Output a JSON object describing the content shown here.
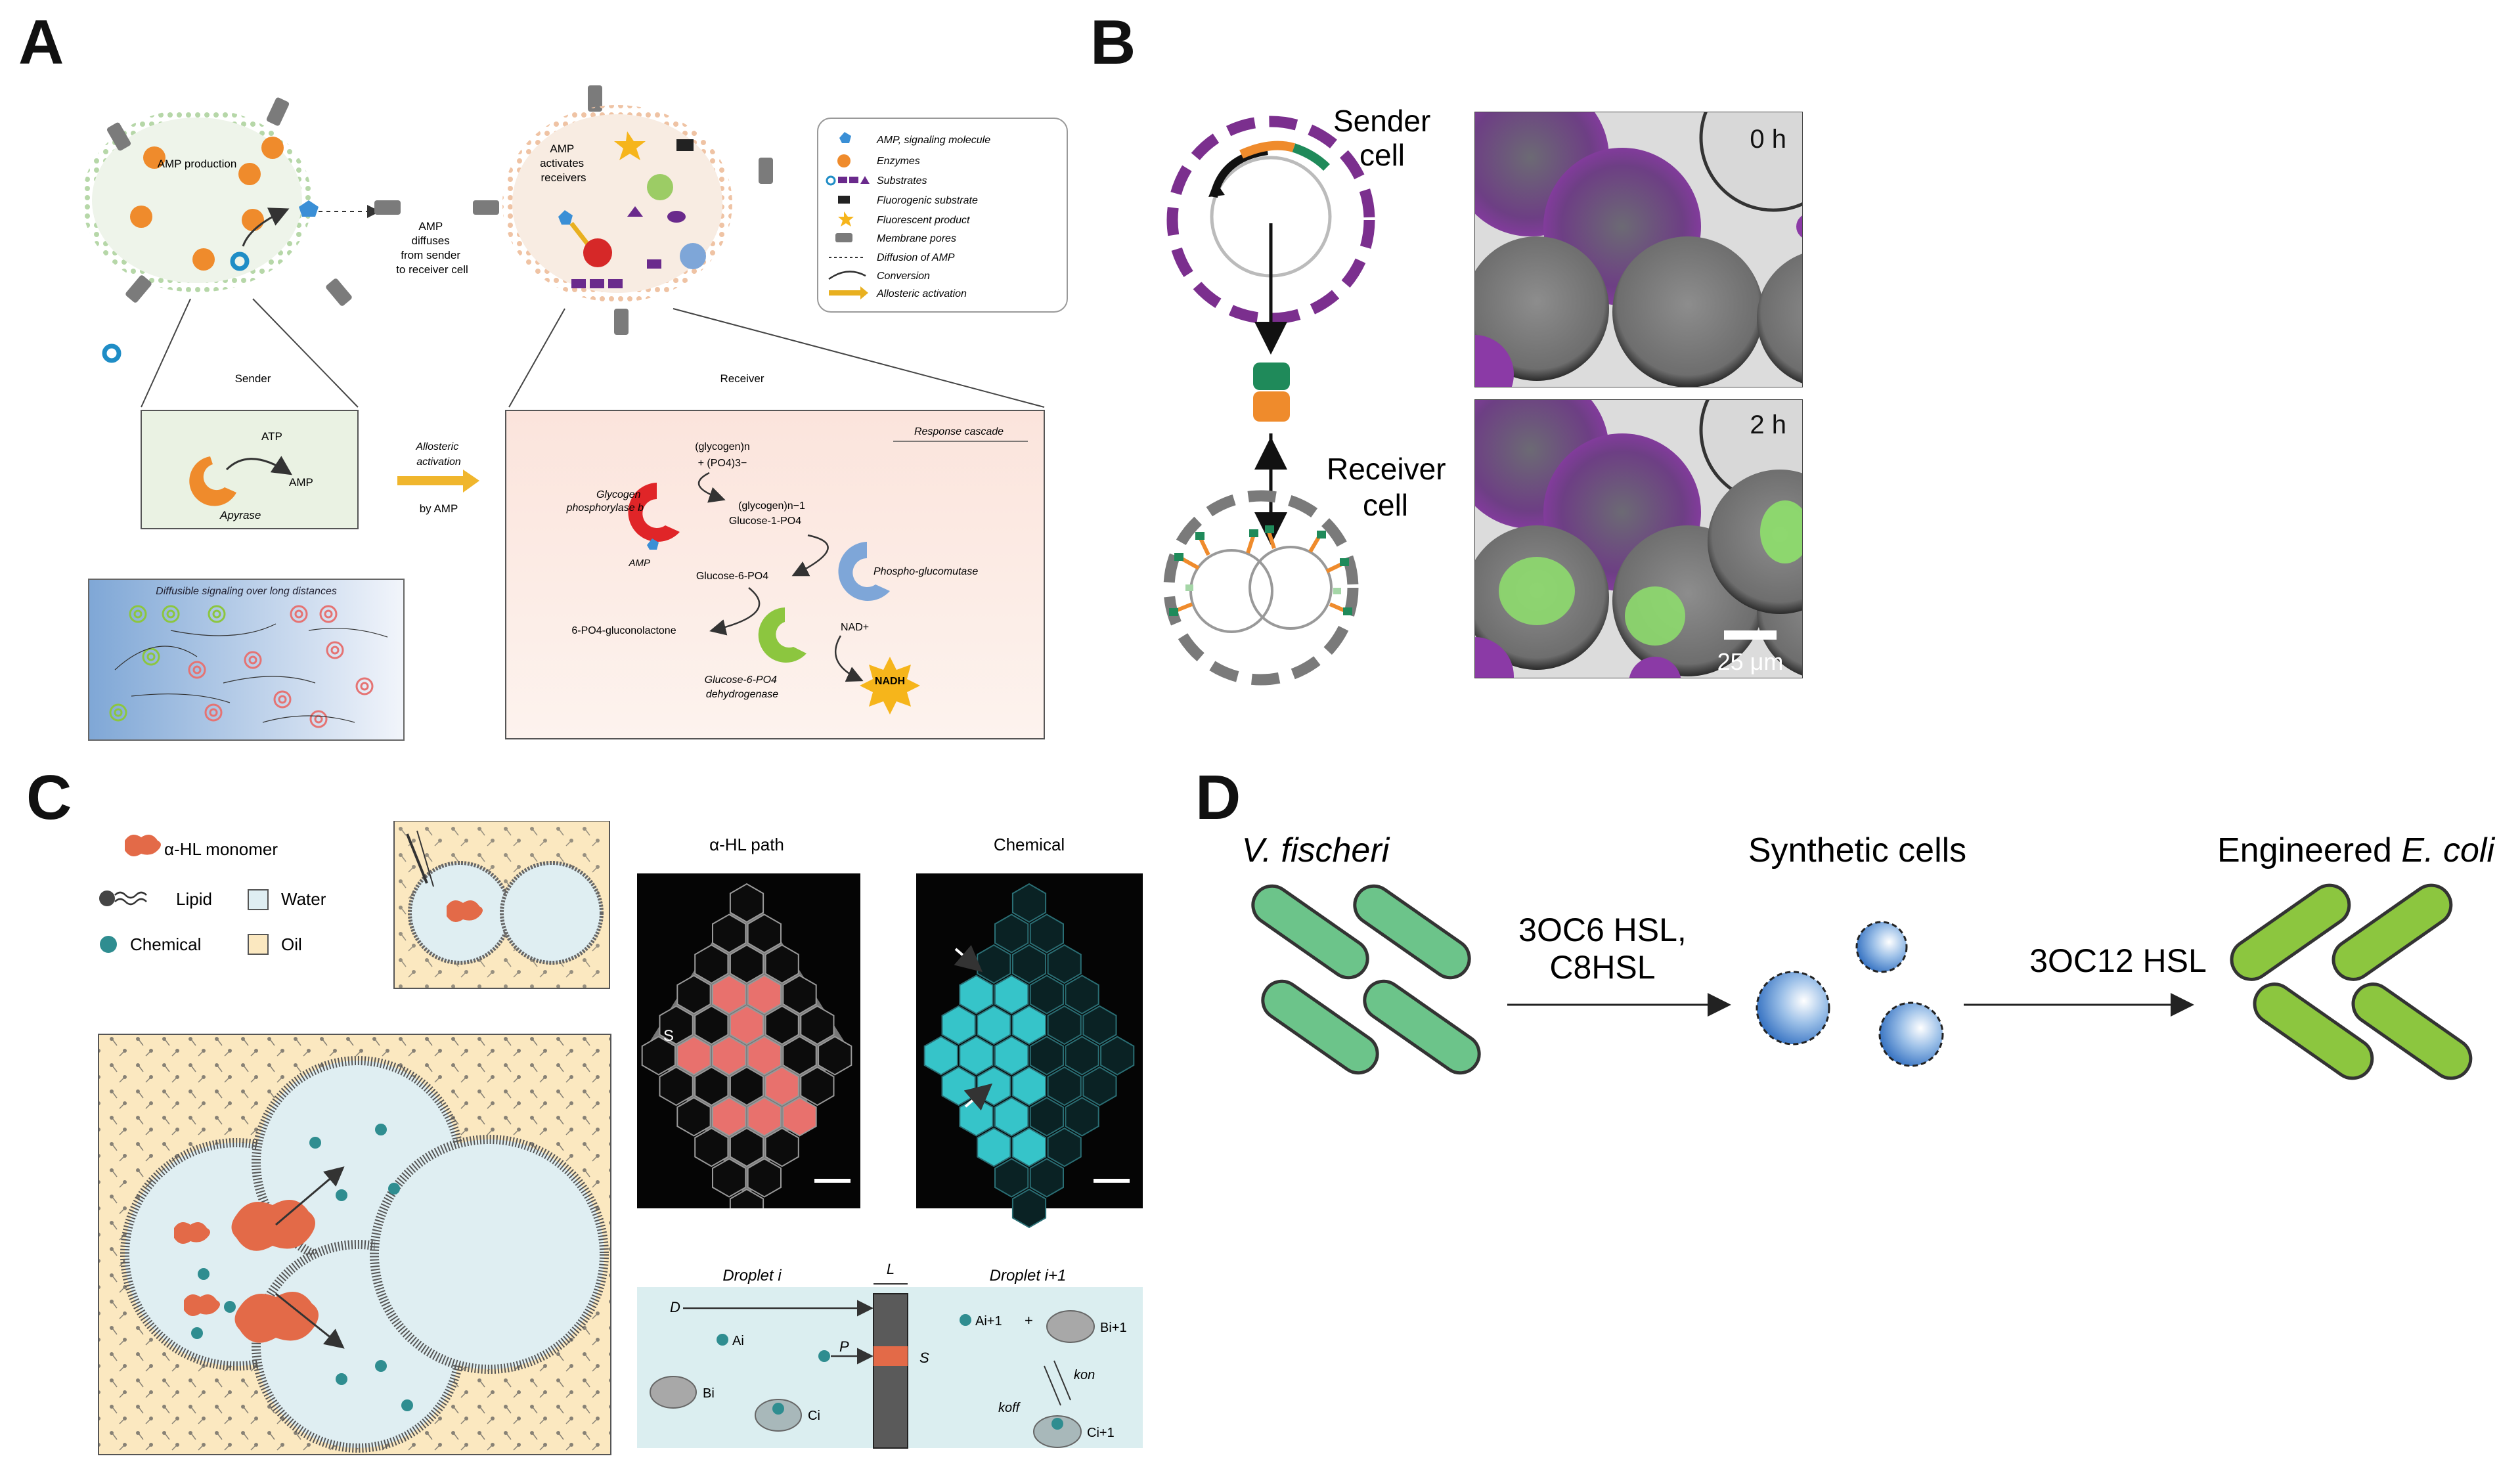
{
  "panels": {
    "a": "A",
    "b": "B",
    "c": "C",
    "d": "D"
  },
  "panel_a": {
    "sender_label": "AMP production",
    "diffuse_label": [
      "AMP",
      "diffuses",
      "from sender",
      "to receiver cell"
    ],
    "receiver_label": [
      "AMP",
      "activates",
      "receivers"
    ],
    "legend": [
      "AMP, signaling molecule",
      "Enzymes",
      "Substrates",
      "Fluorogenic substrate",
      "Fluorescent product",
      "Membrane pores",
      "Diffusion of AMP",
      "Conversion",
      "Allosteric activation"
    ],
    "sender_title": "Sender",
    "receiver_title": "Receiver",
    "apyrase_box": {
      "atp": "ATP",
      "amp": "AMP",
      "enzyme": "Apyrase"
    },
    "allosteric": [
      "Allosteric",
      "activation",
      "by AMP"
    ],
    "diffusible": "Diffusible signaling over long distances",
    "cascade": {
      "title": "Response cascade",
      "glycogen_n": "(glycogen)n",
      "po4": "+ (PO4)3−",
      "glycogen_n1": "(glycogen)n−1",
      "g1p": "Glucose-1-PO4",
      "gp_b": [
        "Glycogen",
        "phosphorylase b"
      ],
      "amp": "AMP",
      "g6p": "Glucose-6-PO4",
      "pgm": "Phospho-glucomutase",
      "pgl": "6-PO4-gluconolactone",
      "nad": "NAD+",
      "nadh": "NADH",
      "g6pdh": [
        "Glucose-6-PO4",
        "dehydrogenase"
      ]
    }
  },
  "panel_b": {
    "sender": [
      "Sender",
      "cell"
    ],
    "receiver": [
      "Receiver",
      "cell"
    ],
    "time_0": "0 h",
    "time_2": "2 h",
    "scale": "25 μm"
  },
  "panel_c": {
    "legend": {
      "monomer": "α-HL monomer",
      "lipid": "Lipid",
      "water": "Water",
      "chemical": "Chemical",
      "oil": "Oil"
    },
    "img1_title": "α-HL path",
    "img2_title": "Chemical",
    "s_label": "S",
    "model": {
      "droplet_i": "Droplet i",
      "droplet_i1": "Droplet i+1",
      "L": "L",
      "D": "D",
      "P": "P",
      "S": "S",
      "Ai": "Ai",
      "Bi": "Bi",
      "Ci": "Ci",
      "Ai1": "Ai+1",
      "Bi1": "Bi+1",
      "Ci1": "Ci+1",
      "plus": "+",
      "koff": "koff",
      "kon": "kon"
    }
  },
  "panel_d": {
    "vfischeri": "V. fischeri",
    "synthetic": "Synthetic cells",
    "engineered_prefix": "Engineered ",
    "engineered_italic": "E. coli",
    "signal1_line1": "3OC6 HSL,",
    "signal1_line2": "C8HSL",
    "signal2": "3OC12 HSL"
  },
  "colors": {
    "vfischeri_green": "#6cc48a",
    "ecoli_green": "#8cc63f",
    "sender_purple": "#7b2f8e",
    "cyan": "#36c4c9",
    "hl_red": "#e8716d",
    "amp_blue": "#3a8fd6",
    "enzyme_orange": "#ef8b2c"
  }
}
